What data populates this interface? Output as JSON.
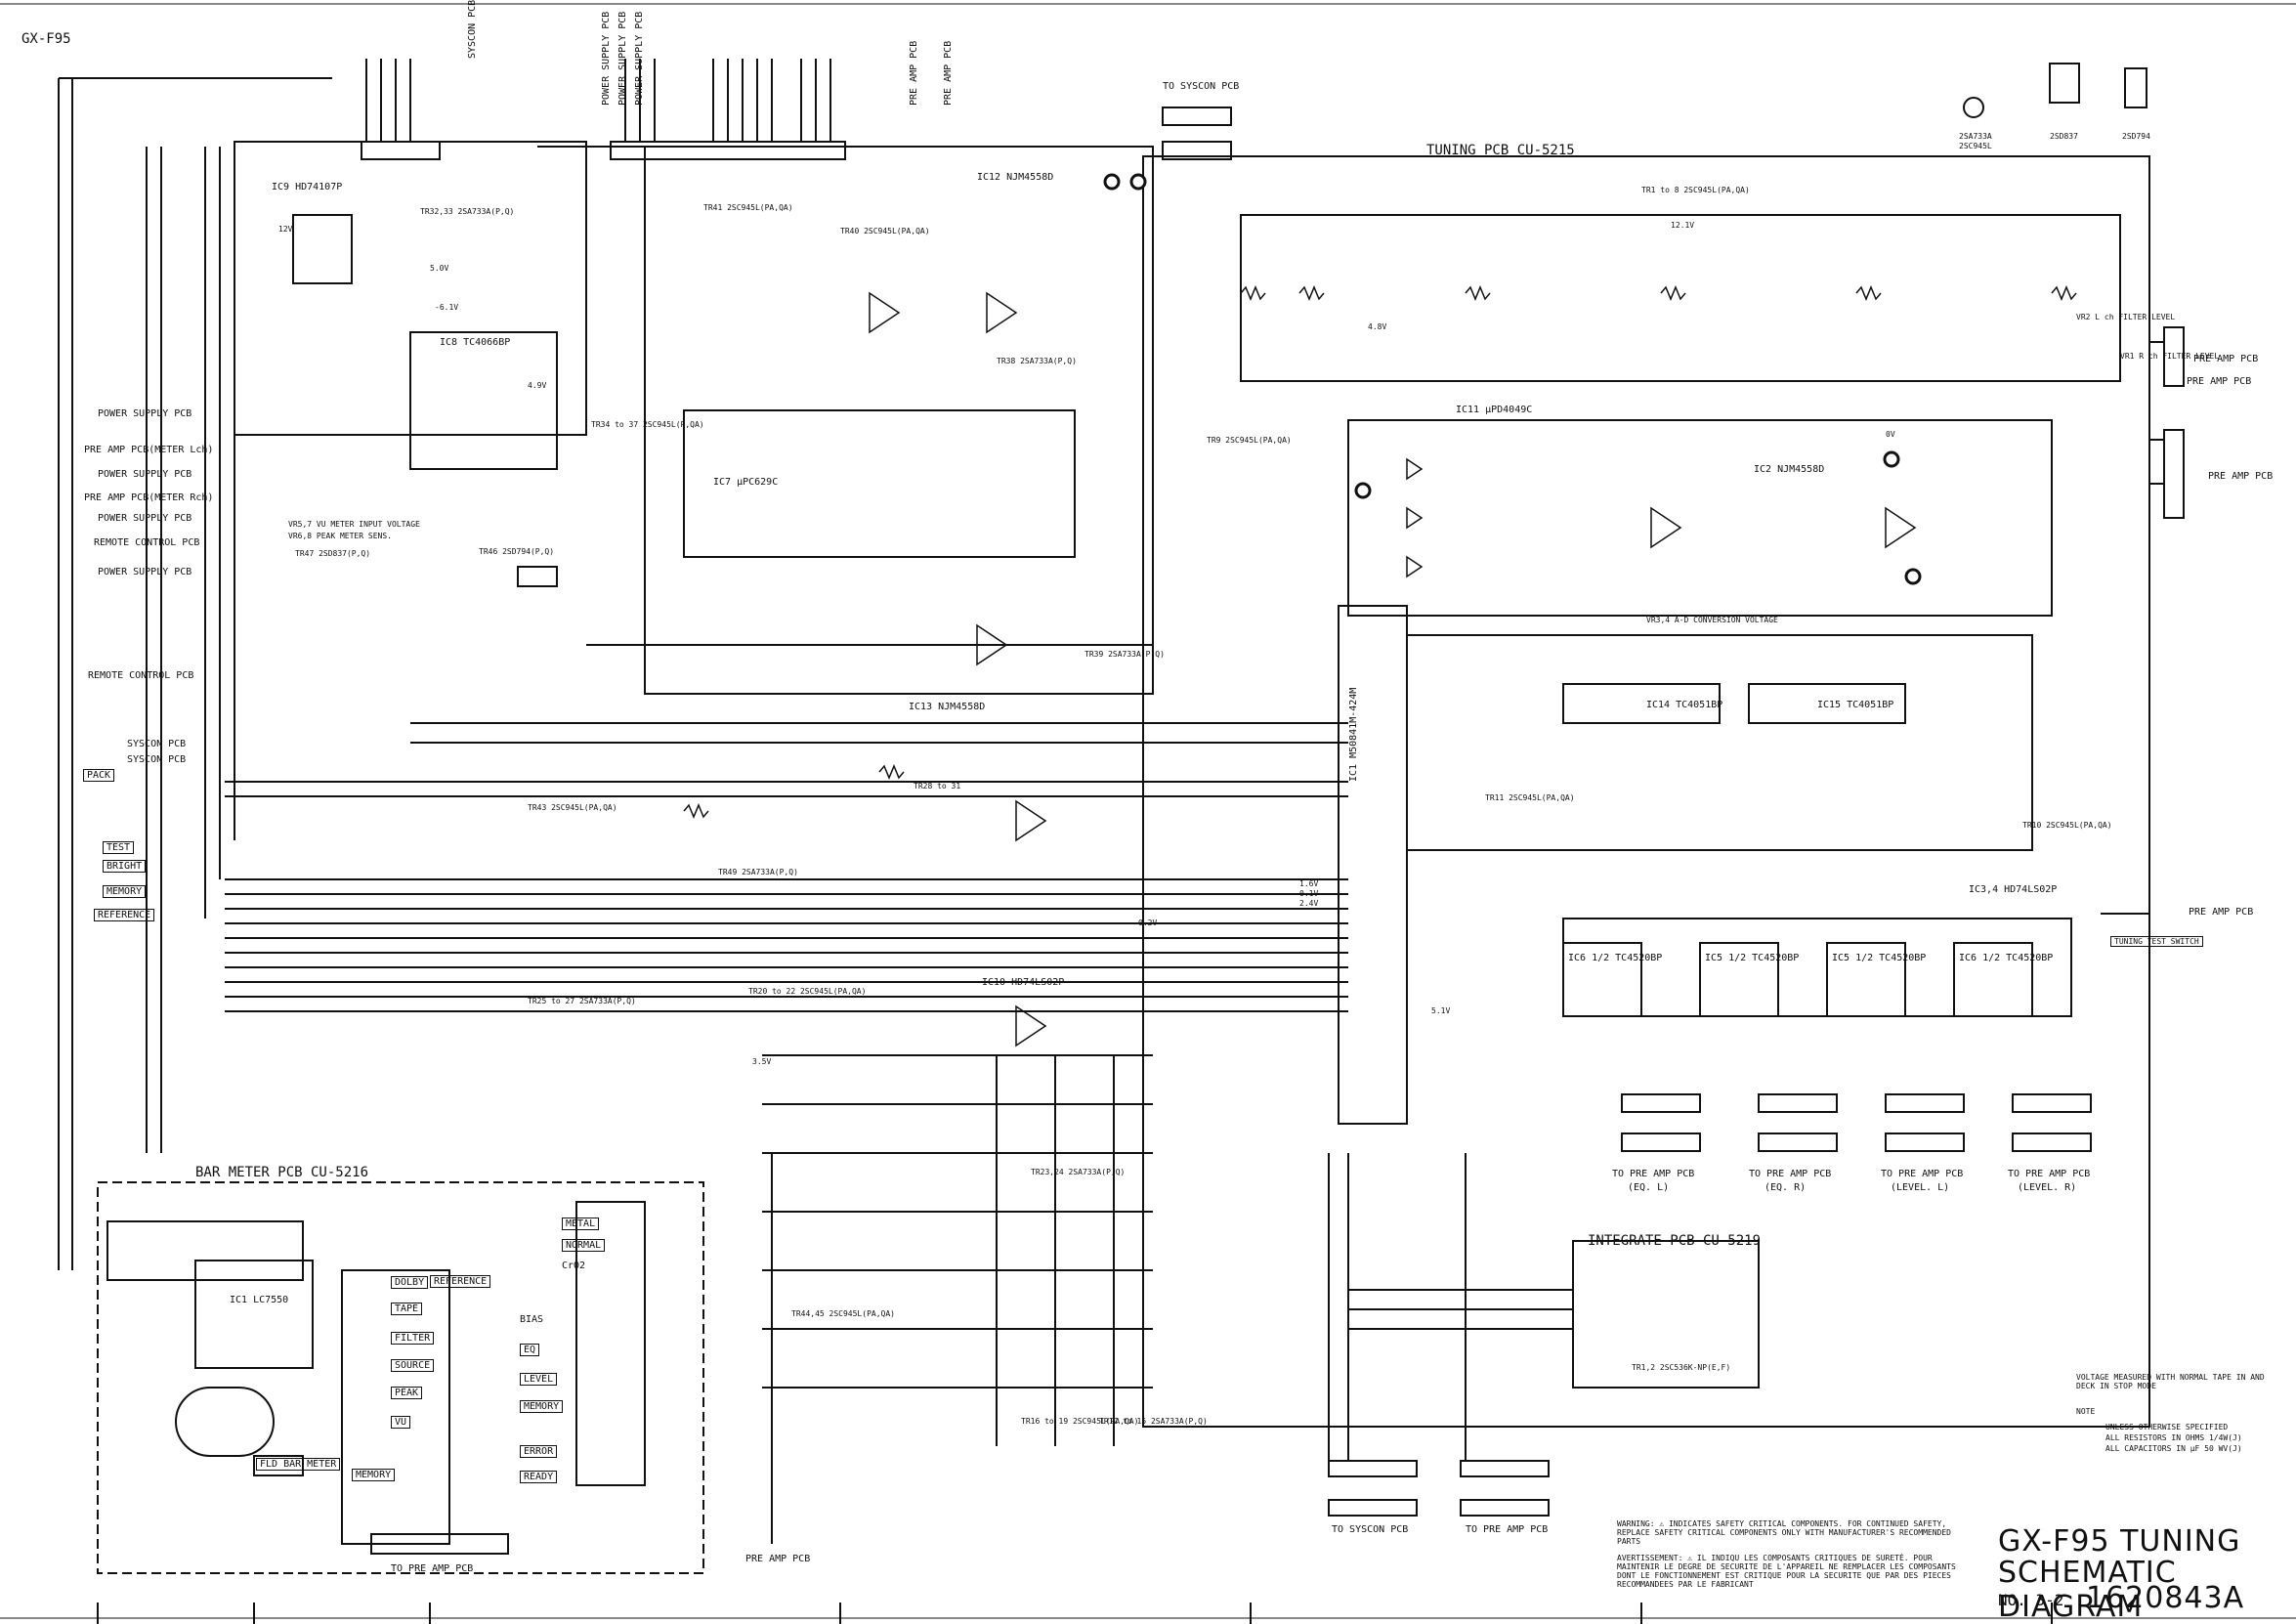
{
  "model": "GX-F95",
  "pcbs": {
    "tuning": "TUNING PCB CU-5215",
    "bar_meter": "BAR METER PCB CU-5216",
    "integrate": "INTEGRATE PCB CU-5219"
  },
  "left_connectors": [
    "POWER SUPPLY PCB",
    "PRE AMP PCB(METER Lch)",
    "POWER SUPPLY PCB",
    "PRE AMP PCB(METER Rch)",
    "POWER SUPPLY PCB",
    "REMOTE CONTROL PCB",
    "POWER SUPPLY PCB",
    "REMOTE CONTROL PCB",
    "SYSCON PCB",
    "SYSCON PCB"
  ],
  "top_labels": [
    "TO SYSCON PCB",
    "SYSCON PCB",
    "POWER SUPPLY PCB",
    "POWER SUPPLY PCB",
    "POWER SUPPLY PCB",
    "PRE AMP PCB",
    "PRE AMP PCB"
  ],
  "right_labels": [
    "PRE AMP PCB",
    "PRE AMP PCB",
    "PRE AMP PCB",
    "PRE AMP PCB"
  ],
  "bottom_labels": [
    "TO SYSCON PCB",
    "TO PRE AMP PCB",
    "TO PRE AMP PCB",
    "PRE AMP PCB",
    "TO PRE AMP PCB",
    "TO PRE AMP PCB",
    "TO PRE AMP PCB",
    "TO PRE AMP PCB"
  ],
  "bottom_sublabels": [
    "(EQ. L)",
    "(EQ. R)",
    "(LEVEL. L)",
    "(LEVEL. R)"
  ],
  "ics": [
    "IC9 HD74107P",
    "IC8 TC4066BP",
    "IC7 μPC629C",
    "IC12 NJM4558D",
    "IC13 NJM4558D",
    "IC11 μPD4049C",
    "IC2 NJM4558D",
    "IC14 TC4051BP",
    "IC15 TC4051BP",
    "IC1 M50841M-424M",
    "IC10 HD74LS02P",
    "IC3,4 HD74LS02P",
    "IC6 1/2 TC4520BP",
    "IC5 1/2 TC4520BP",
    "IC5 1/2 TC4520BP",
    "IC6 1/2 TC4520BP",
    "IC1 LC7550"
  ],
  "transistors": [
    "TR32,33 2SA733A(P,Q)",
    "TR41 2SC945L(PA,QA)",
    "TR40 2SC945L(PA,QA)",
    "TR34 to 37 2SC945L(P,QA)",
    "TR38 2SA733A(P,Q)",
    "TR39 2SA733A(P,Q)",
    "TR47 2SD837(P,Q)",
    "TR46 2SD794(P,Q)",
    "TR43 2SC945L(PA,QA)",
    "TR49 2SA733A(P,Q)",
    "TR28 to 31",
    "TR25 to 27 2SA733A(P,Q)",
    "TR20 to 22 2SC945L(PA,QA)",
    "TR23,24 2SA733A(P,Q)",
    "TR44,45 2SC945L(PA,QA)",
    "TR16 to 19 2SC945L(PA,QA)",
    "TR12 to 15 2SA733A(P,Q)",
    "TR1 to 8 2SC945L(PA,QA)",
    "TR9 2SC945L(PA,QA)",
    "TR11 2SC945L(PA,QA)",
    "TR10 2SC945L(PA,QA)",
    "TR1,2 2SC536K-NP(E,F)"
  ],
  "package_labels": [
    "2SA733A",
    "2SC945L",
    "2SD837",
    "2SD794"
  ],
  "indicators": [
    "METAL",
    "NORMAL",
    "CrO2",
    "DOLBY",
    "TAPE",
    "FILTER",
    "SOURCE",
    "PEAK",
    "VU",
    "MEMORY",
    "BIAS",
    "EQ",
    "LEVEL",
    "MEMORY",
    "ERROR",
    "READY",
    "REFERENCE",
    "FLD BAR METER"
  ],
  "switches": [
    "TEST",
    "BRIGHT",
    "MEMORY",
    "REFERENCE",
    "PACK",
    "TUNING TEST SWITCH"
  ],
  "variable_resistors": [
    "VR5,7 VU METER INPUT VOLTAGE",
    "VR6,8 PEAK METER SENS.",
    "VR3,4 A-D CONVERSION VOLTAGE",
    "VR1 R ch FILTER LEVEL",
    "VR2 L ch FILTER LEVEL"
  ],
  "voltages": [
    "12V",
    "5.0V",
    "4.9V",
    "-6.1V",
    "0.2V",
    "12.1V",
    "4.8V",
    "0V",
    "3.5V",
    "5.1V",
    "2.4V",
    "1.6V",
    "0.1V"
  ],
  "notes": {
    "voltage": "VOLTAGE MEASURED WITH NORMAL TAPE IN AND DECK IN STOP MODE",
    "note_title": "NOTE",
    "note_body_1": "UNLESS OTHERWISE SPECIFIED",
    "note_body_2": "ALL RESISTORS IN OHMS 1/4W(J)",
    "note_body_3": "ALL CAPACITORS IN μF 50 WV(J)",
    "warning": "WARNING: ⚠ INDICATES SAFETY CRITICAL COMPONENTS. FOR CONTINUED SAFETY, REPLACE SAFETY CRITICAL COMPONENTS ONLY WITH MANUFACTURER'S RECOMMENDED PARTS",
    "avertissement": "AVERTISSEMENT: ⚠ IL INDIQU LES COMPOSANTS CRITIQUES DE SURETÉ. POUR MAINTENIR LE DEGRE DE SECURITE DE L'APPAREIL NE REMPLACER LES COMPOSANTS DONT LE FONCTIONNEMENT EST CRITIQUE POUR LA SECURITE QUE PAR DES PIECES RECOMMANDEES PAR LE FABRICANT"
  },
  "title_block": {
    "line1": "GX-F95 TUNING",
    "line2": "SCHEMATIC DIAGRAM",
    "number_prefix": "NO. 3-2",
    "number": "1620843A"
  }
}
